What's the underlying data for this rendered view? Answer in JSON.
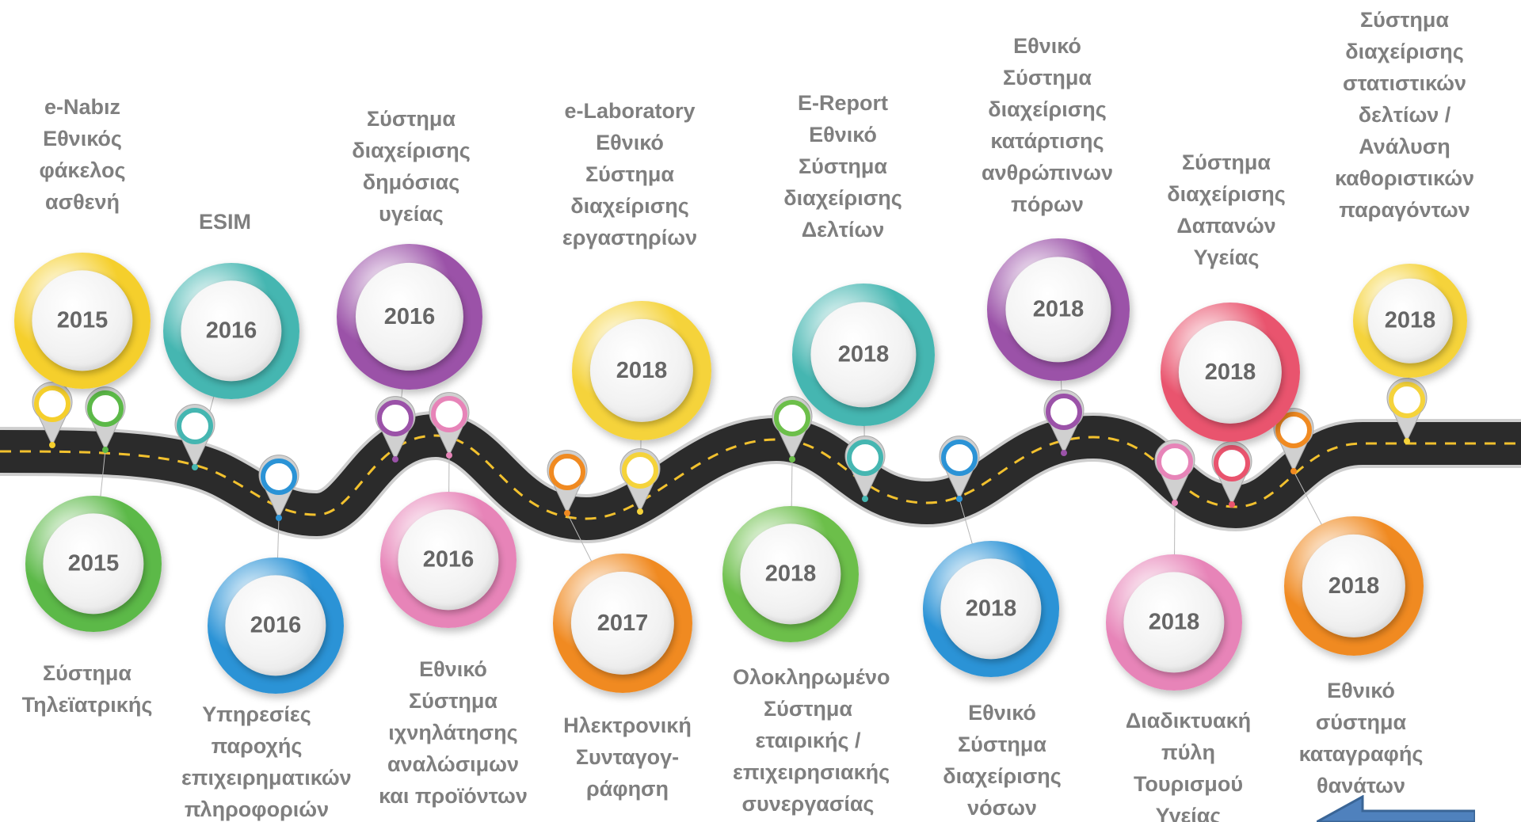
{
  "milestones": [
    {
      "year": "2015",
      "label": "e-Nabız\nΕθνικός\nφάκελος\nασθενή",
      "color": "#f5cf2c"
    },
    {
      "year": "2015",
      "label": "Σύστημα\nΤηλεϊατρικής",
      "color": "#5cb948"
    },
    {
      "year": "2016",
      "label": "ESIM",
      "color": "#45b6b1"
    },
    {
      "year": "2016",
      "label": "Υπηρεσίες\nπαροχής\nεπιχειρηματικών\nπληροφοριών",
      "color": "#2b93d6"
    },
    {
      "year": "2016",
      "label": "Σύστημα\nδιαχείρισης\nδημόσιας\nυγείας",
      "color": "#9b52a8"
    },
    {
      "year": "2016",
      "label": "Εθνικό\nΣύστημα\nιχνηλάτησης\nαναλώσιμων\nκαι προϊόντων",
      "color": "#e784b8"
    },
    {
      "year": "2017",
      "label": "Ηλεκτρονική\nΣυνταγογ-\nράφηση",
      "color": "#f08a21"
    },
    {
      "year": "2018",
      "label": "e-Laboratory\nΕθνικό\nΣύστημα\nδιαχείρισης\nεργαστηρίων",
      "color": "#f5d33b"
    },
    {
      "year": "2018",
      "label": "Ολοκληρωμένο\nΣύστημα\nεταιρικής /\nεπιχειρησιακής\nσυνεργασίας",
      "color": "#6cbf4a"
    },
    {
      "year": "2018",
      "label": "E-Report\nΕθνικό\nΣύστημα\nδιαχείρισης\nΔελτίων",
      "color": "#45b6b1"
    },
    {
      "year": "2018",
      "label": "Εθνικό Σύστημα\nδιαχείρισης\nνόσων",
      "color": "#2b93d6"
    },
    {
      "year": "2018",
      "label": "Εθνικό\nΣύστημα\nδιαχείρισης\nκατάρτισης\nανθρώπινων\nπόρων",
      "color": "#9b52a8"
    },
    {
      "year": "2018",
      "label": "Διαδικτυακή\nπύλη\nΤουρισμού\nΥγείας",
      "color": "#e784b8"
    },
    {
      "year": "2018",
      "label": "Σύστημα\nδιαχείρισης\nΔαπανών\nΥγείας",
      "color": "#e9546e"
    },
    {
      "year": "2018",
      "label": "Εθνικό σύστημα\nκαταγραφής\nθανάτων",
      "color": "#f08a21"
    },
    {
      "year": "2018",
      "label": "Σύστημα\nδιαχείρισης\nστατιστικών\nδελτίων /\nΑνάλυση\nκαθοριστικών\nπαραγόντων",
      "color": "#f5d33b"
    }
  ],
  "colors": {
    "road": "#2b2b2b",
    "road_edge": "#cfcfcf",
    "lane": "#f2c12e",
    "label_text": "#7f7f7f",
    "year_text": "#666666",
    "arrow": "#4f81bd"
  },
  "icons": {
    "road": "winding-road",
    "pin": "map-pin-icon",
    "arrow": "left-arrow-icon"
  }
}
